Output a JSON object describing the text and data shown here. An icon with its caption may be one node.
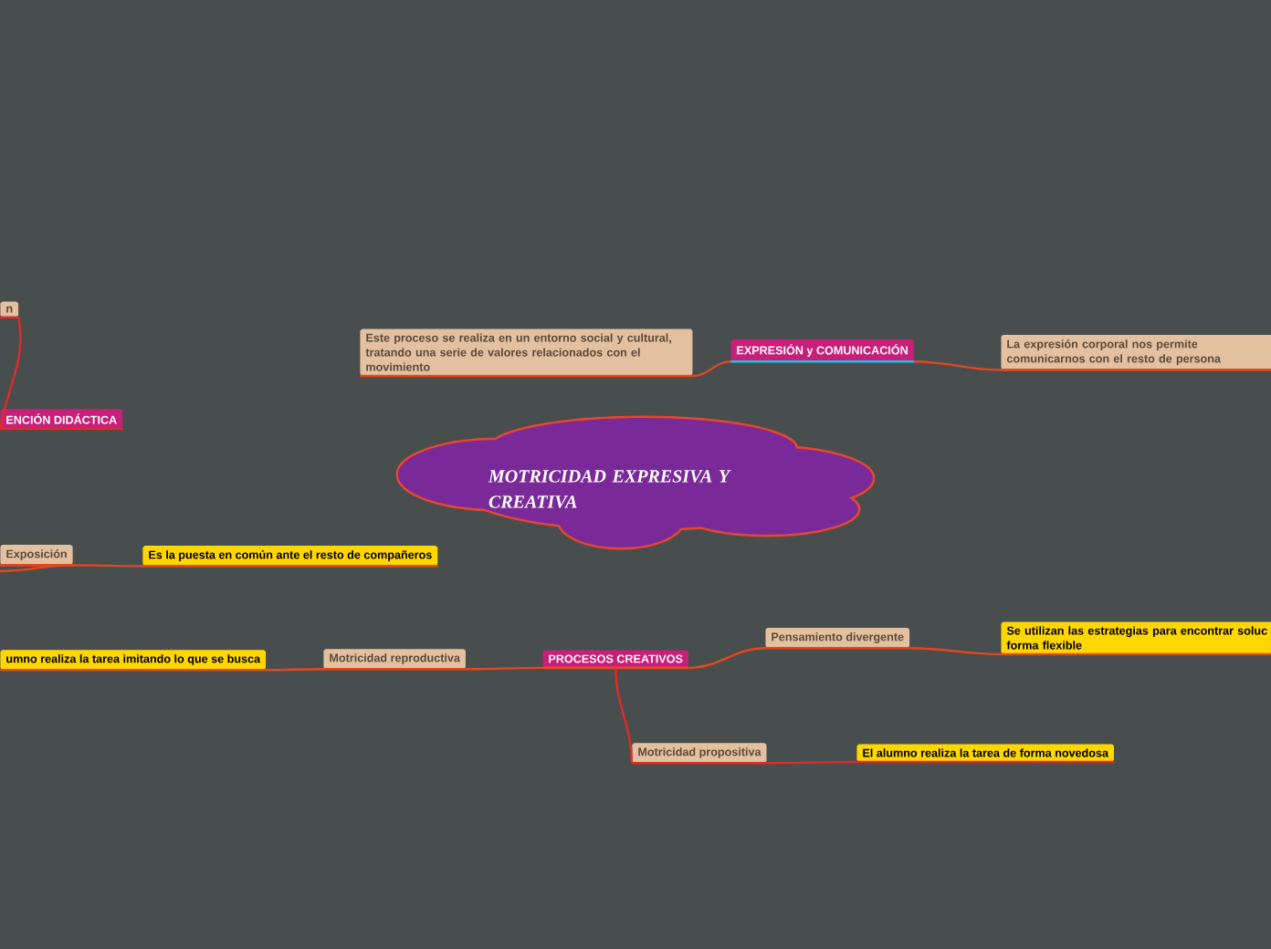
{
  "diagram": {
    "nodes": [
      {
        "text": [
          "MOTRICIDAD EXPRESIVA Y CREATIVA"
        ]
      },
      {
        "text": [
          "n"
        ]
      },
      {
        "text": [
          "ENCIÓN DIDÁCTICA"
        ]
      },
      {
        "text": [
          "Este proceso se realiza en un entorno social y cultural, tratando una serie de valores relacionados con el movimiento"
        ]
      },
      {
        "text": [
          "EXPRESIÓN y COMUNICACIÓN"
        ]
      },
      {
        "text": [
          "La expresión corporal nos permite comunicarnos con el resto de persona"
        ]
      },
      {
        "text": [
          "Exposición"
        ]
      },
      {
        "text": [
          "Es la puesta en común ante el resto de compañeros"
        ]
      },
      {
        "text": [
          "umno realiza la tarea imitando lo que se busca"
        ]
      },
      {
        "text": [
          "Motricidad reproductiva"
        ]
      },
      {
        "text": [
          "PROCESOS CREATIVOS"
        ]
      },
      {
        "text": [
          "Pensamiento divergente"
        ]
      },
      {
        "text": [
          "Se utilizan las estrategias para encontrar soluc forma flexible"
        ]
      },
      {
        "text": [
          "Motricidad propositiva"
        ]
      },
      {
        "text": [
          "El alumno realiza la tarea de forma novedosa"
        ]
      }
    ],
    "edges": [
      {
        "from": 2,
        "to": 1,
        "arrow": "none",
        "color": "#e02b2b"
      },
      {
        "from": null,
        "to": 6,
        "arrow": "none"
      },
      {
        "from": 6,
        "to": 7,
        "arrow": "none"
      },
      {
        "from": 4,
        "to": 3,
        "arrow": "none"
      },
      {
        "from": 4,
        "to": 5,
        "arrow": "none"
      },
      {
        "from": 10,
        "to": 9,
        "arrow": "none"
      },
      {
        "from": 9,
        "to": 8,
        "arrow": "none"
      },
      {
        "from": 10,
        "to": 11,
        "arrow": "none"
      },
      {
        "from": 11,
        "to": 12,
        "arrow": "none"
      },
      {
        "from": 10,
        "to": 13,
        "arrow": "none",
        "color": "#e02b2b"
      },
      {
        "from": 13,
        "to": 14,
        "arrow": "none",
        "color": "#e02b2b"
      }
    ]
  }
}
